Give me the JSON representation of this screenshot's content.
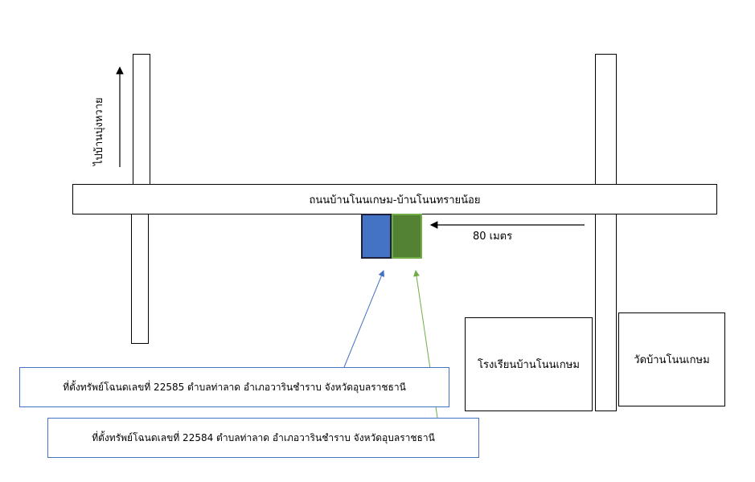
{
  "road": {
    "label": "ถนนบ้านโนนเกษม-บ้านโนนทรายน้อย"
  },
  "direction": {
    "label": "ไปบ้านบุ่งหวาย"
  },
  "distance": {
    "label": "80 เมตร"
  },
  "landmarks": {
    "school": "โรงเรียนบ้านโนนเกษม",
    "temple": "วัดบ้านโนนเกษม"
  },
  "plots": {
    "blue": {
      "label": "ที่ตั้งทรัพย์โฉนดเลขที่ 22585 ตำบลท่าลาด อำเภอวารินชำราบ จังหวัดอุบลราชธานี",
      "color": "#4472c4"
    },
    "green": {
      "label": "ที่ตั้งทรัพย์โฉนดเลขที่ 22584 ตำบลท่าลาด อำเภอวารินชำราบ จังหวัดอุบลราชธานี",
      "color": "#548235"
    }
  }
}
